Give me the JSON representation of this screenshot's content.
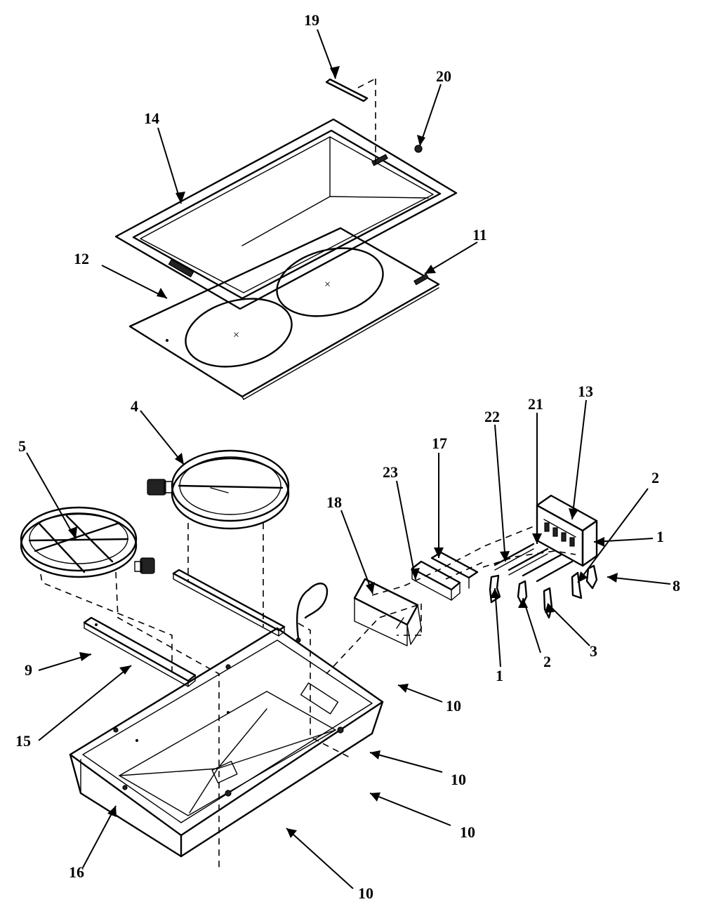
{
  "diagram": {
    "callouts": [
      {
        "label": "19"
      },
      {
        "label": "20"
      },
      {
        "label": "14"
      },
      {
        "label": "11"
      },
      {
        "label": "12"
      },
      {
        "label": "13"
      },
      {
        "label": "21"
      },
      {
        "label": "22"
      },
      {
        "label": "4"
      },
      {
        "label": "5"
      },
      {
        "label": "17"
      },
      {
        "label": "23"
      },
      {
        "label": "18"
      },
      {
        "label": "2"
      },
      {
        "label": "1"
      },
      {
        "label": "8"
      },
      {
        "label": "1"
      },
      {
        "label": "2"
      },
      {
        "label": "3"
      },
      {
        "label": "9"
      },
      {
        "label": "10"
      },
      {
        "label": "15"
      },
      {
        "label": "10"
      },
      {
        "label": "10"
      },
      {
        "label": "16"
      },
      {
        "label": "10"
      }
    ],
    "markers": {
      "element_center_mark": "×"
    }
  }
}
